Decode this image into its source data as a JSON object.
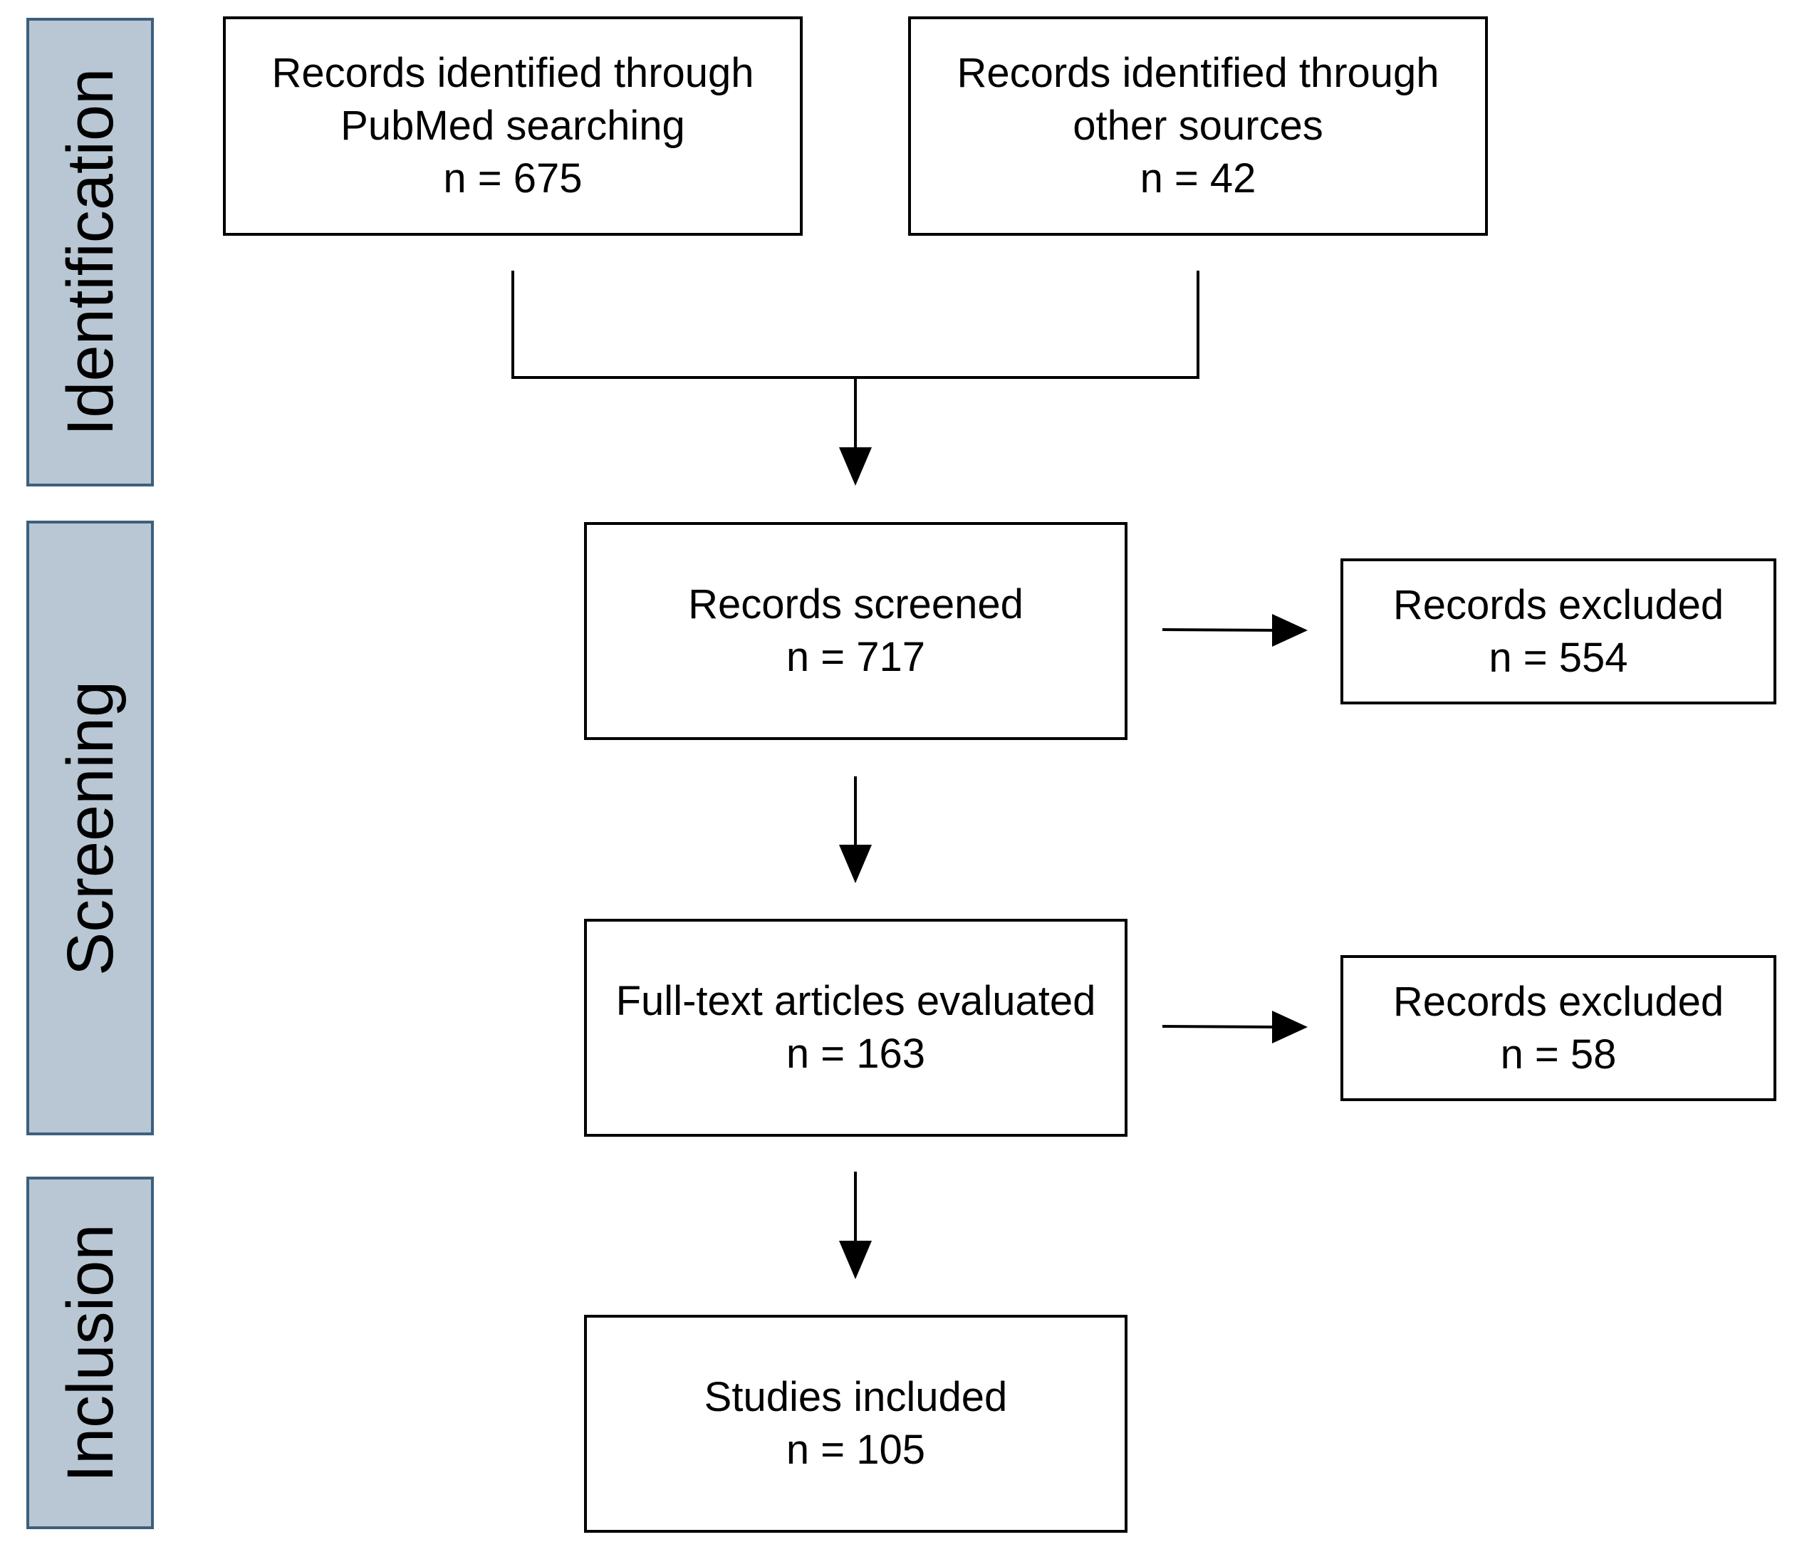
{
  "phases": {
    "identification": "Identification",
    "screening": "Screening",
    "inclusion": "Inclusion"
  },
  "boxes": {
    "pubmed": {
      "line1": "Records identified through",
      "line2": "PubMed searching",
      "count": "n = 675"
    },
    "other": {
      "line1": "Records identified through",
      "line2": "other sources",
      "count": "n = 42"
    },
    "screened": {
      "label": "Records screened",
      "count": "n = 717"
    },
    "excluded_screening": {
      "label": "Records excluded",
      "count": "n = 554"
    },
    "fulltext": {
      "label": "Full-text articles evaluated",
      "count": "n = 163"
    },
    "excluded_fulltext": {
      "label": "Records excluded",
      "count": "n = 58"
    },
    "included": {
      "label": "Studies included",
      "count": "n = 105"
    }
  },
  "colors": {
    "phase_fill": "#b8c7d3",
    "phase_border": "#3d5f7d",
    "line": "#000000"
  }
}
